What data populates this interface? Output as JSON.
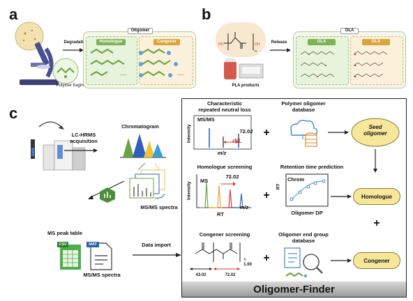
{
  "panels": {
    "a": "a",
    "b": "b",
    "c": "c"
  },
  "panel_a": {
    "degradation": "Degradation",
    "polymer_fragments": "Polymer fragments",
    "oligomer_title": "Oligomer",
    "homologue": "Homologue",
    "congener": "Congener",
    "dots": "......"
  },
  "panel_b": {
    "release": "Release",
    "pla_products": "PLA products",
    "ola_title": "OLA",
    "ola_left": "OLA",
    "ola_right": "OLA",
    "ho": "HO",
    "oh": "OH",
    "n": "n"
  },
  "panel_c": {
    "acquisition": "LC-HRMS\nacquisition",
    "chromatogram": "Chromatogram",
    "msms_spectra_top": "MS/MS spectra",
    "ms_peak_table": "MS peak table",
    "csv": "CSV",
    "mat": "MAT",
    "msms_spectra_bottom": "MS/MS spectra",
    "data_import": "Data import",
    "finder": {
      "characteristic": "Characteristic\nrepeated neutral loss",
      "msms": "MS/MS",
      "val_7202_a": "72.02",
      "rnl": "rNL",
      "intensity_a": "Intensity",
      "mz_a": "m/z",
      "polymer_db": "Polymer oligomer\ndatabase",
      "seed_oligomer": "Seed\noligomer",
      "homologue_screening": "Homologue screening",
      "ms": "MS",
      "val_7202_b": "72.02",
      "intensity_b": "Intensity",
      "mz_b": "m/z",
      "rt": "RT",
      "rt_prediction": "Retention time prediction",
      "chrom": "Chrom",
      "rt_axis": "RT",
      "oligomer_dp": "Oligomer DP",
      "homologue": "Homologue",
      "congener_screening": "Congener screening",
      "end_group_db": "Oligomer end group\ndatabase",
      "congener": "Congener",
      "val_4302": "43.02",
      "val_7202_c": "72.02",
      "sub_n": "n",
      "sub_100": "1.00",
      "footer": "Oligomer-Finder"
    },
    "plus": "+"
  }
}
